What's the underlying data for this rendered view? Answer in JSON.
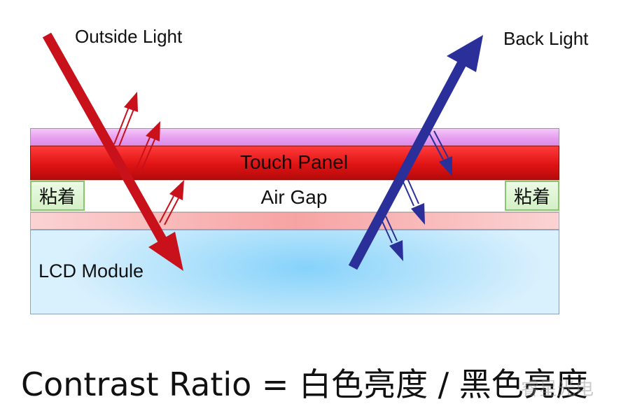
{
  "labels": {
    "outside_light": "Outside Light",
    "back_light": "Back Light",
    "touch_panel": "Touch Panel",
    "air_gap": "Air Gap",
    "adhesive_left": "粘着",
    "adhesive_right": "粘着",
    "lcd_module": "LCD Module"
  },
  "formula": "Contrast Ratio = 白色亮度 / 黑色亮度",
  "watermark": "睿星光电",
  "colors": {
    "outside_light_arrow": "#c8111a",
    "back_light_arrow": "#2b2f9a",
    "touch_panel": "#e01414",
    "top_film": "#e79ef0",
    "bottom_film": "#f7a3a3",
    "lcd_module": "#86d2fb",
    "adhesive": "#d3f0c5"
  }
}
